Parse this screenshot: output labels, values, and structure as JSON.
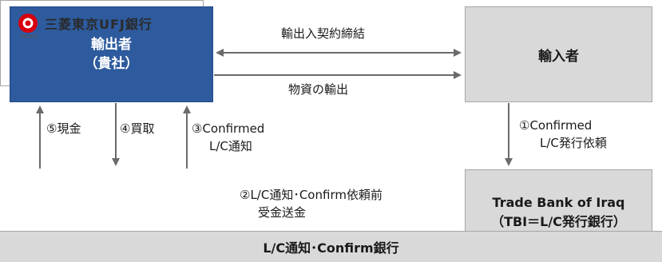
{
  "exporter": {
    "line1": "輸出者",
    "line2": "（貴社）"
  },
  "importer": {
    "label": "輸入者"
  },
  "tbi": {
    "line1": "Trade Bank of Iraq",
    "line2": "（TBI＝L/C発行銀行）"
  },
  "bank": {
    "logo_text": "三菱東京UFJ銀行",
    "logo_small": "MUFG",
    "footer": "L/C通知･Confirm銀行"
  },
  "labels": {
    "contract": "輸出入契約締結",
    "goods": "物資の輸出",
    "step1_line1": "①Confirmed",
    "step1_line2": "L/C発行依頼",
    "step2_line1": "②L/C通知･Confirm依頼前",
    "step2_line2": "受金送金",
    "step3_line1": "③Confirmed",
    "step3_line2": "L/C通知",
    "step4": "④買取",
    "step5": "⑤現金"
  },
  "colors": {
    "exporter_fill": "#2e5b9e",
    "box_gray": "#d9d9d9",
    "arrow": "#6b6b6b",
    "logo_red": "#d7000f"
  }
}
